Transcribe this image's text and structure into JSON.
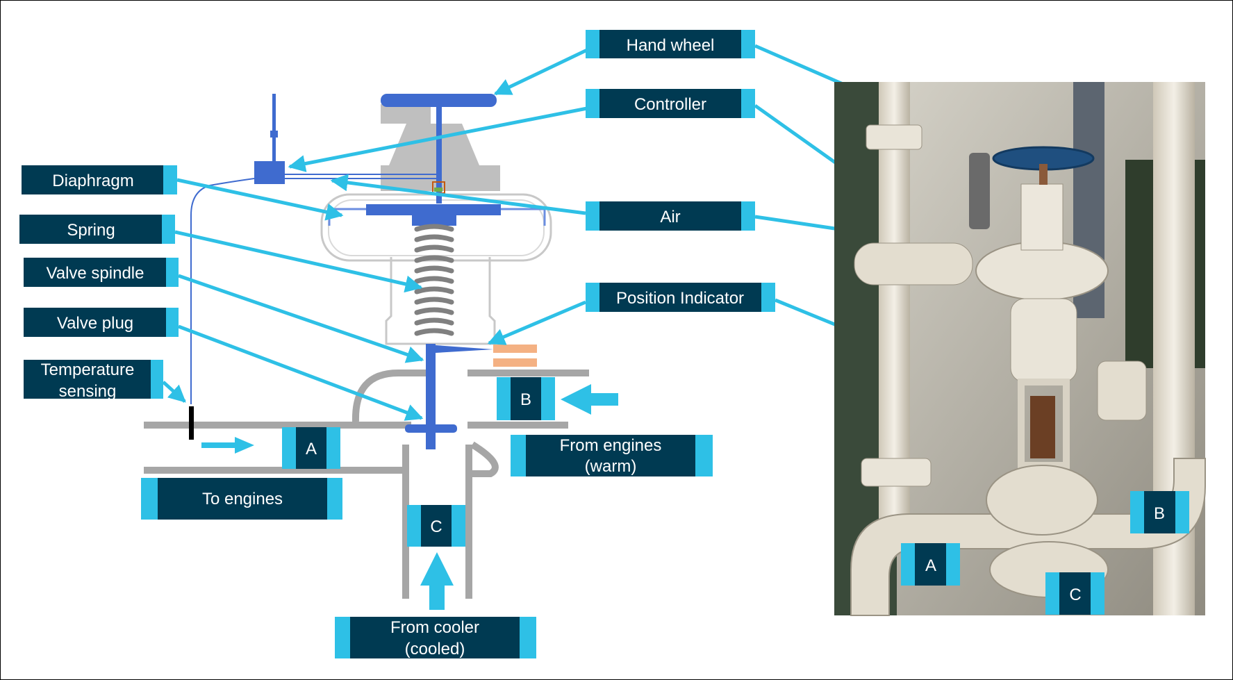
{
  "labels": {
    "hand_wheel": "Hand wheel",
    "controller": "Controller",
    "air": "Air",
    "position_indicator": "Position Indicator",
    "diaphragm": "Diaphragm",
    "spring": "Spring",
    "valve_spindle": "Valve spindle",
    "valve_plug": "Valve plug",
    "temperature_sensing": [
      "Temperature",
      "sensing"
    ],
    "to_engines": "To engines",
    "from_engines": [
      "From engines",
      "(warm)"
    ],
    "from_cooler": [
      "From cooler",
      "(cooled)"
    ],
    "port_a": "A",
    "port_b": "B",
    "port_c": "C"
  },
  "colors": {
    "label_fill": "#003a52",
    "label_edge": "#2ec0e6",
    "arrow": "#2ec0e6",
    "valve_blue": "#3f6bcf",
    "pipe_gray": "#a6a6a6",
    "body_gray": "#bfbfbf",
    "indicator_orange": "#f4b183"
  },
  "photo_icon": "valve-photo-illustration"
}
